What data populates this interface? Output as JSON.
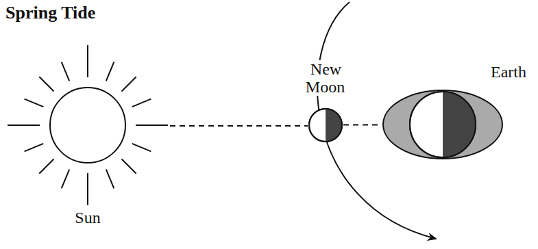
{
  "diagram": {
    "title": "Spring Tide",
    "nodes": [
      {
        "text": [
          "Sun"
        ]
      },
      {
        "text": [
          "New Moon"
        ]
      },
      {
        "text": [
          "Earth"
        ]
      }
    ],
    "edges": [
      {
        "from": 0,
        "to": 1,
        "arrow": "none"
      },
      {
        "from": 1,
        "to": 2,
        "arrow": "none"
      }
    ]
  }
}
